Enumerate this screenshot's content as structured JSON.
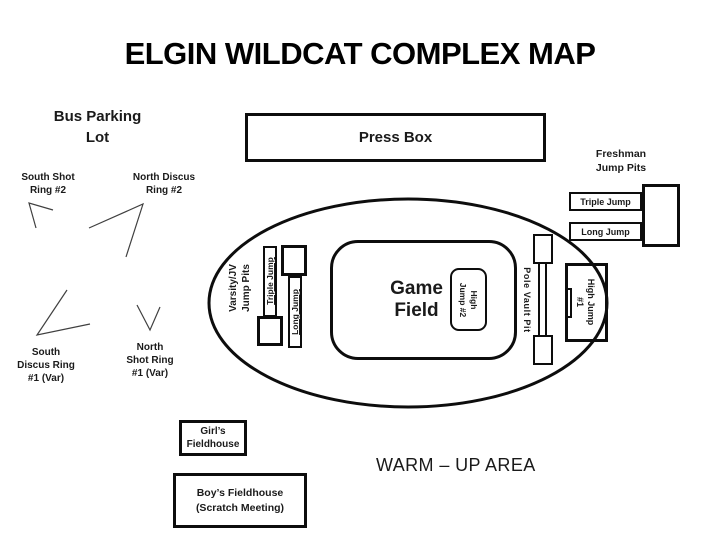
{
  "title": "ELGIN WILDCAT COMPLEX MAP",
  "areas": {
    "bus_parking_line1": "Bus Parking",
    "bus_parking_line2": "Lot",
    "press_box": "Press Box",
    "warm_up": "WARM – UP AREA",
    "game_field_line1": "Game",
    "game_field_line2": "Field"
  },
  "throwing_rings": {
    "south_shot2_line1": "South Shot",
    "south_shot2_line2": "Ring #2",
    "north_discus2_line1": "North Discus",
    "north_discus2_line2": "Ring #2",
    "south_discus1_line1": "South",
    "south_discus1_line2": "Discus Ring",
    "south_discus1_line3": "#1 (Var)",
    "north_shot1_line1": "North",
    "north_shot1_line2": "Shot Ring",
    "north_shot1_line3": "#1 (Var)"
  },
  "freshman_pits": {
    "title_line1": "Freshman",
    "title_line2": "Jump Pits",
    "triple_jump": "Triple Jump",
    "long_jump": "Long Jump"
  },
  "varsity_pits": {
    "title_line1": "Varsity/JV",
    "title_line2": "Jump Pits",
    "triple_jump": "Triple Jump",
    "long_jump": "Long Jump"
  },
  "field_events": {
    "high_jump2_line1": "High",
    "high_jump2_line2": "Jump #2",
    "pole_vault": "Pole Vault Pit",
    "high_jump1_line1": "High Jump",
    "high_jump1_line2": "#1"
  },
  "buildings": {
    "girls_line1": "Girl’s",
    "girls_line2": "Fieldhouse",
    "boys_line1": "Boy’s Fieldhouse",
    "boys_line2": "(Scratch Meeting)"
  },
  "colors": {
    "ink": "#0d0d0d",
    "sector_line": "#404040",
    "background": "#ffffff"
  }
}
